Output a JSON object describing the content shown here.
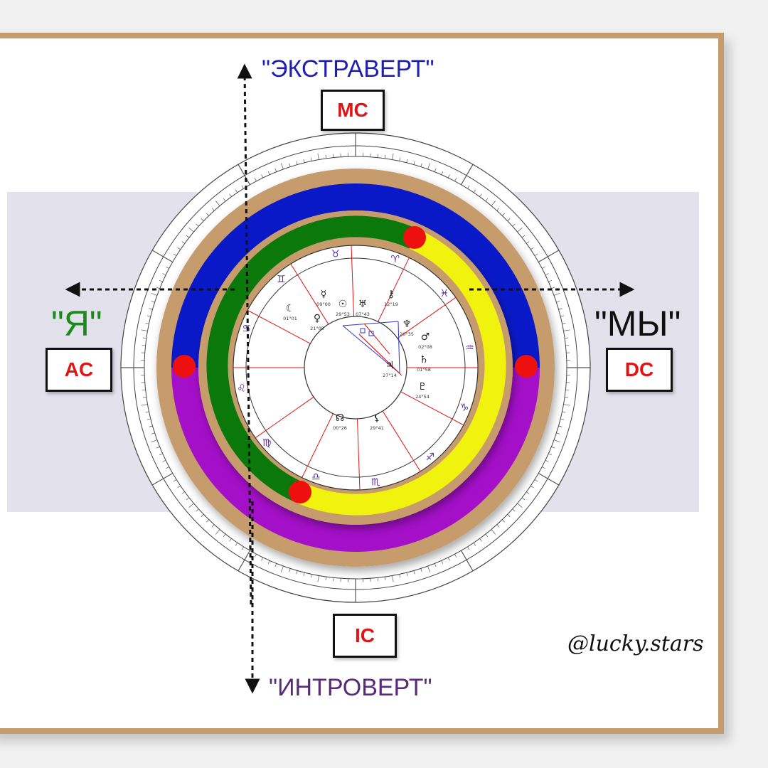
{
  "labels": {
    "extravert": "\"ЭКСТРАВЕРТ\"",
    "introvert": "\"ИНТРОВЕРТ\"",
    "self": "\"Я\"",
    "we": "\"МЫ\""
  },
  "angles": {
    "mc": "MC",
    "ic": "IC",
    "ac": "AC",
    "dc": "DC"
  },
  "signature": "@lucky.stars",
  "colors": {
    "frame": "#c69c6d",
    "band": "#e2e1ec",
    "ring_blue": "#0a19c8",
    "ring_purple": "#a40fc8",
    "ring_green": "#0a780a",
    "ring_yellow": "#f2f20f",
    "ring_gold": "#c69c6d",
    "points": "#ee0f0f",
    "extravert_text": "#1f1fb0",
    "introvert_text": "#5a2a7a",
    "self_text": "#1a8a1a",
    "we_text": "#111111",
    "angle_text": "#e01414"
  },
  "zodiac_glyphs": [
    "♉",
    "♊",
    "♋",
    "♌",
    "♍",
    "♎",
    "♏",
    "♐",
    "♑",
    "♒",
    "♓",
    "♈"
  ],
  "planet_glyphs": [
    {
      "glyph": "☉",
      "degree": "29°53"
    },
    {
      "glyph": "♅",
      "degree": "07°43"
    },
    {
      "glyph": "☿",
      "degree": "09°00"
    },
    {
      "glyph": "♀",
      "degree": "21°08"
    },
    {
      "glyph": "☾",
      "degree": "01°01"
    },
    {
      "glyph": "⚷",
      "degree": "12°19"
    },
    {
      "glyph": "♆",
      "degree": "20°35"
    },
    {
      "glyph": "♃",
      "degree": "27°14"
    },
    {
      "glyph": "♄",
      "degree": "01°58"
    },
    {
      "glyph": "♇",
      "degree": "24°54"
    },
    {
      "glyph": "♂",
      "degree": "02°08"
    },
    {
      "glyph": "☊",
      "degree": "00°26"
    },
    {
      "glyph": "⚸",
      "degree": "29°41"
    }
  ]
}
